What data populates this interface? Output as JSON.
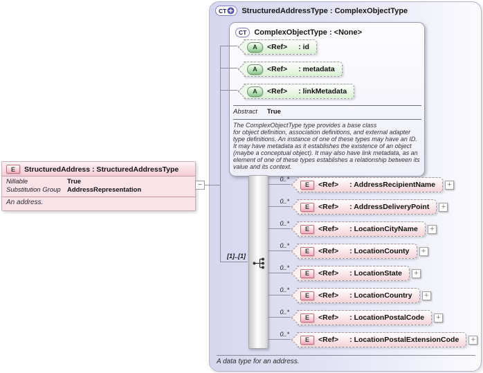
{
  "colors": {
    "panel_lavender": "#dcdcf2",
    "element_pink": "#f2aebc",
    "attribute_green": "#8cc98c",
    "ct_badge_border": "#8080c4",
    "connector_gray": "#8f8f9a"
  },
  "source_element": {
    "badge": "E",
    "title": "StructuredAddress : StructuredAddressType",
    "properties": [
      {
        "name": "Nillable",
        "value": "True"
      },
      {
        "name": "Substitution Group",
        "value": "AddressRepresentation"
      }
    ],
    "annotation": "An address.",
    "collapse_glyph": "−"
  },
  "type_panel": {
    "badge": "CT",
    "title": "StructuredAddressType : ComplexObjectType",
    "annotation": "A data type for an address.",
    "base_type": {
      "badge": "CT",
      "title": "ComplexObjectType : <None>",
      "attributes": [
        {
          "badge": "A",
          "ref": "<Ref>",
          "name": ": id"
        },
        {
          "badge": "A",
          "ref": "<Ref>",
          "name": ": metadata"
        },
        {
          "badge": "A",
          "ref": "<Ref>",
          "name": ": linkMetadata"
        }
      ],
      "abstract_label": "Abstract",
      "abstract_value": "True",
      "annotation": "The ComplexObjectType type provides a base class\nfor object definition, association definitions, and external adapter\ntype definitions. An instance of one of these types may have an ID.\nIt may have metadata as it establishes the existence of an object\n(maybe a conceptual object). It may also have link metadata, as an\nelement of one of these types establishes a relationship between its\nvalue and its context."
    },
    "sequence": {
      "cardinality": "[1]..[1]",
      "elements": [
        {
          "badge": "E",
          "ref": "<Ref>",
          "name": ": AddressRecipientName",
          "cardinality": "0..*",
          "expand_glyph": "+"
        },
        {
          "badge": "E",
          "ref": "<Ref>",
          "name": ": AddressDeliveryPoint",
          "cardinality": "0..*",
          "expand_glyph": "+"
        },
        {
          "badge": "E",
          "ref": "<Ref>",
          "name": ": LocationCityName",
          "cardinality": "0..*",
          "expand_glyph": "+"
        },
        {
          "badge": "E",
          "ref": "<Ref>",
          "name": ": LocationCounty",
          "cardinality": "0..*",
          "expand_glyph": "+"
        },
        {
          "badge": "E",
          "ref": "<Ref>",
          "name": ": LocationState",
          "cardinality": "0..*",
          "expand_glyph": "+"
        },
        {
          "badge": "E",
          "ref": "<Ref>",
          "name": ": LocationCountry",
          "cardinality": "0..*",
          "expand_glyph": "+"
        },
        {
          "badge": "E",
          "ref": "<Ref>",
          "name": ": LocationPostalCode",
          "cardinality": "0..*",
          "expand_glyph": "+"
        },
        {
          "badge": "E",
          "ref": "<Ref>",
          "name": ": LocationPostalExtensionCode",
          "cardinality": "0..*",
          "expand_glyph": "+"
        }
      ]
    }
  }
}
